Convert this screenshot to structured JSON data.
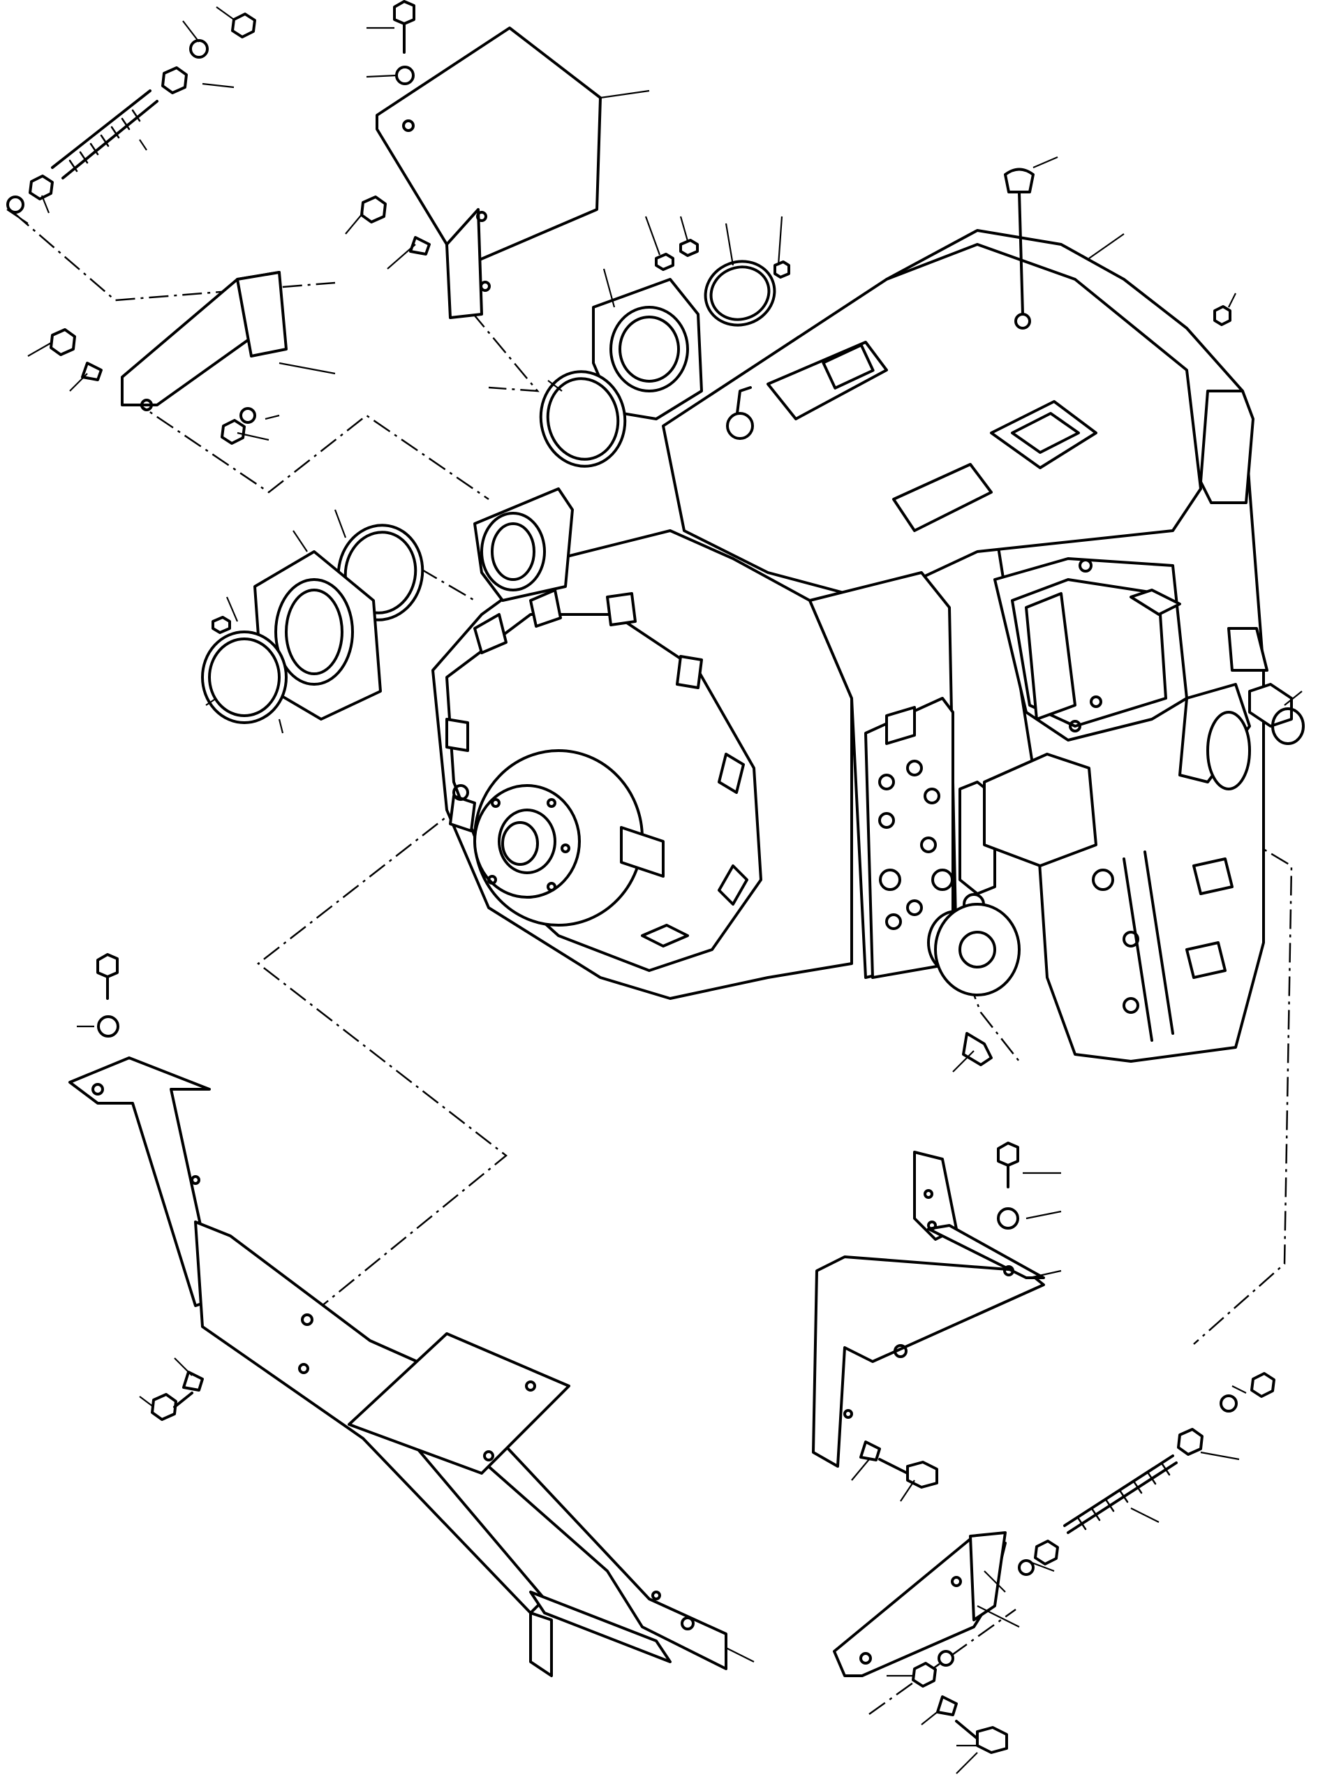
{
  "figure": {
    "type": "exploded-parts-diagram",
    "background": "#ffffff",
    "line_color": "#000000",
    "labels": []
  },
  "components": {
    "transmission": "transmission-assembly",
    "top_bracket": "mounting-bracket-top",
    "rear_bracket_upper": "mounting-bracket-upper-left",
    "front_bracket_lower": "mounting-bracket-lower-left",
    "rear_bracket_lower": "mounting-bracket-lower-right",
    "small_bracket_lower": "mounting-plate-lower-right"
  }
}
